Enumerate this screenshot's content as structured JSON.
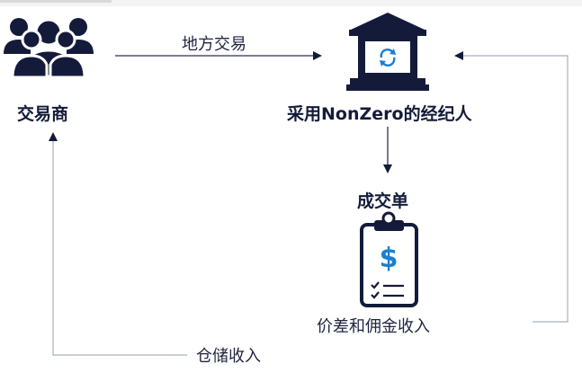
{
  "nodes": {
    "trader": {
      "label": "交易商",
      "icon": "users-icon"
    },
    "broker": {
      "label": "采用NonZero的经纪人",
      "icon": "bank-building-icon"
    },
    "order": {
      "label": "成交单",
      "icon": "clipboard-dollar-icon"
    }
  },
  "edges": {
    "local_trade": "地方交易",
    "spread_income": "价差和佣金收入",
    "storage_income": "仓储收入"
  },
  "colors": {
    "primary": "#141b3a",
    "accent": "#1b7fd0",
    "line": "#a9b0bd"
  }
}
